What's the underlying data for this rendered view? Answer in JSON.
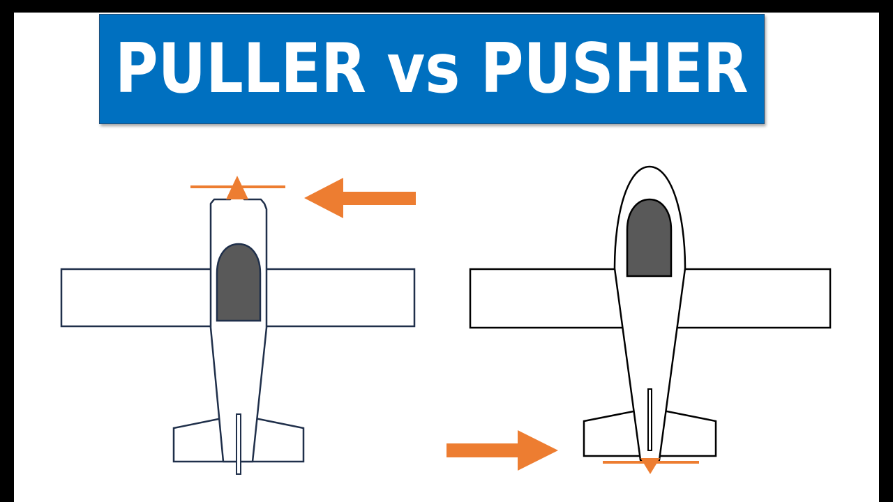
{
  "title": "PULLER vs PUSHER",
  "colors": {
    "banner": "#0070c0",
    "outline_puller": "#1f2f4a",
    "outline_pusher": "#000000",
    "cockpit": "#595959",
    "thrust": "#ed7d31"
  },
  "aircraft": [
    {
      "label": "puller-airplane",
      "propeller": "front",
      "arrow": "left"
    },
    {
      "label": "pusher-airplane",
      "propeller": "rear",
      "arrow": "right"
    }
  ]
}
